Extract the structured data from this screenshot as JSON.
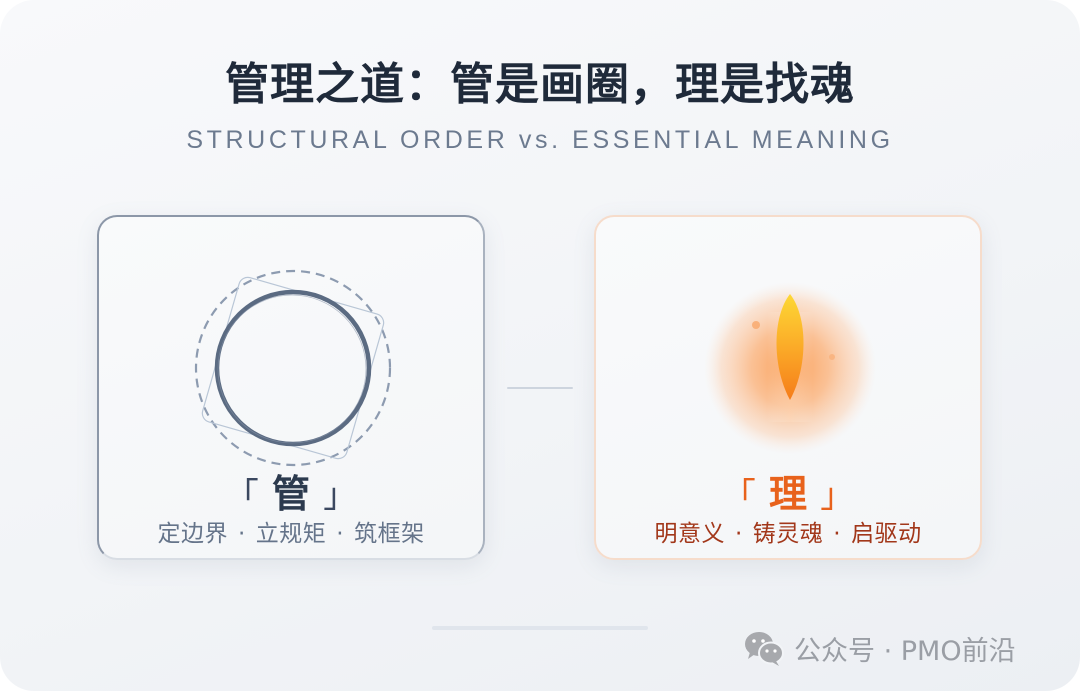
{
  "header": {
    "title": "管理之道：管是画圈，理是找魂",
    "subtitle": "STRUCTURAL ORDER vs. ESSENTIAL MEANING"
  },
  "cards": [
    {
      "id": "guan",
      "open_bracket": "「",
      "glyph": "管",
      "close_bracket": "」",
      "tags": [
        "定边界",
        "立规矩",
        "筑框架"
      ],
      "separator": "·",
      "icon": "circle-boundary-icon",
      "accent": "#5b6b82"
    },
    {
      "id": "li",
      "open_bracket": "「",
      "glyph": "理",
      "close_bracket": "」",
      "tags": [
        "明意义",
        "铸灵魂",
        "启驱动"
      ],
      "separator": "·",
      "icon": "flame-glow-icon",
      "accent": "#e8621c"
    }
  ],
  "footer": {
    "watermark_label": "公众号 · PMO前沿",
    "watermark_icon": "wechat-icon"
  },
  "colors": {
    "title": "#1f2a3a",
    "subtitle": "#6c7a8f",
    "guan_text": "#65748a",
    "li_text": "#a2371a",
    "li_glyph": "#e8621c"
  }
}
